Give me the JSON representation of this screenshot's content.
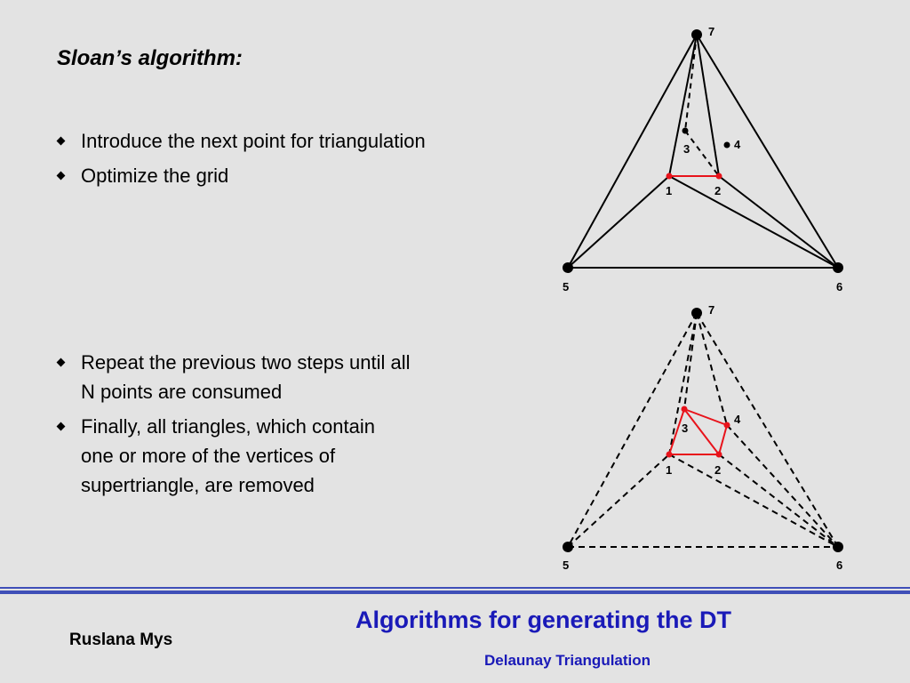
{
  "slide": {
    "title": "Sloan’s algorithm:",
    "bullets_top": [
      "Introduce the next point for triangulation",
      "Optimize the grid"
    ],
    "bullets_bottom": [
      [
        "Repeat the previous two steps until all",
        "N points are consumed"
      ],
      [
        "Finally, all triangles, which contain",
        "one or more of the vertices of",
        "supertriangle, are removed"
      ]
    ]
  },
  "diagram_top": {
    "point_labels": {
      "p1": "1",
      "p2": "2",
      "p3": "3",
      "p4": "4",
      "p5": "5",
      "p6": "6",
      "p7": "7"
    }
  },
  "diagram_bottom": {
    "point_labels": {
      "p1": "1",
      "p2": "2",
      "p3": "3",
      "p4": "4",
      "p5": "5",
      "p6": "6",
      "p7": "7"
    }
  },
  "colors": {
    "edge": "#000000",
    "highlight": "#e8131b",
    "footer_text": "#1a1ab8",
    "rule": "#3f4fb8"
  },
  "footer": {
    "title": "Algorithms for generating the DT",
    "subtitle": "Delaunay Triangulation",
    "author": "Ruslana Mys"
  }
}
